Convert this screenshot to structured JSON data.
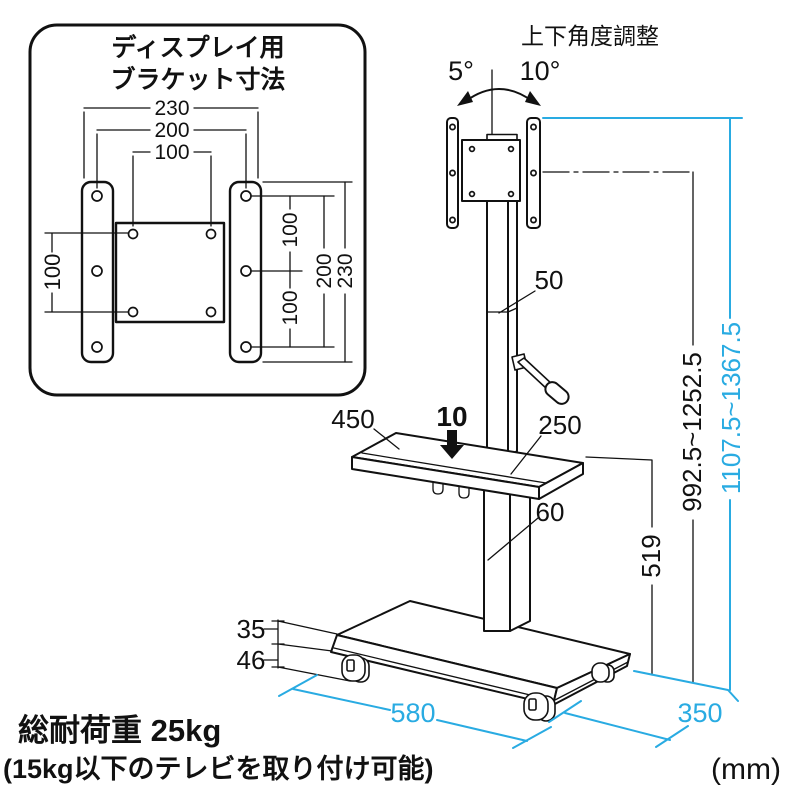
{
  "colors": {
    "accent": "#29ABE2",
    "line": "#111111"
  },
  "bracket_box": {
    "title_line1": "ディスプレイ用",
    "title_line2": "ブラケット寸法",
    "dim_top_outer": "230",
    "dim_top_mid": "200",
    "dim_top_inner": "100",
    "dim_left_vesa": "100",
    "dim_right_upper": "100",
    "dim_right_lower": "100",
    "dim_right_mid": "200",
    "dim_right_outer": "230"
  },
  "stand": {
    "tilt_title": "上下角度調整",
    "tilt_back": "5°",
    "tilt_forward": "10°",
    "pole_width": "50",
    "shelf_width": "450",
    "shelf_clearance": "10",
    "shelf_depth": "250",
    "column_width": "60",
    "shelf_height": "519",
    "mount_height_range": "992.5~1252.5",
    "total_height_range": "1107.5~1367.5",
    "base_plate_thickness": "35",
    "caster_height": "46",
    "base_width": "580",
    "base_depth": "350"
  },
  "footer": {
    "load_line1": "総耐荷重 25kg",
    "load_line2": "(15kg以下のテレビを取り付け可能)",
    "unit_label": "(mm)"
  }
}
